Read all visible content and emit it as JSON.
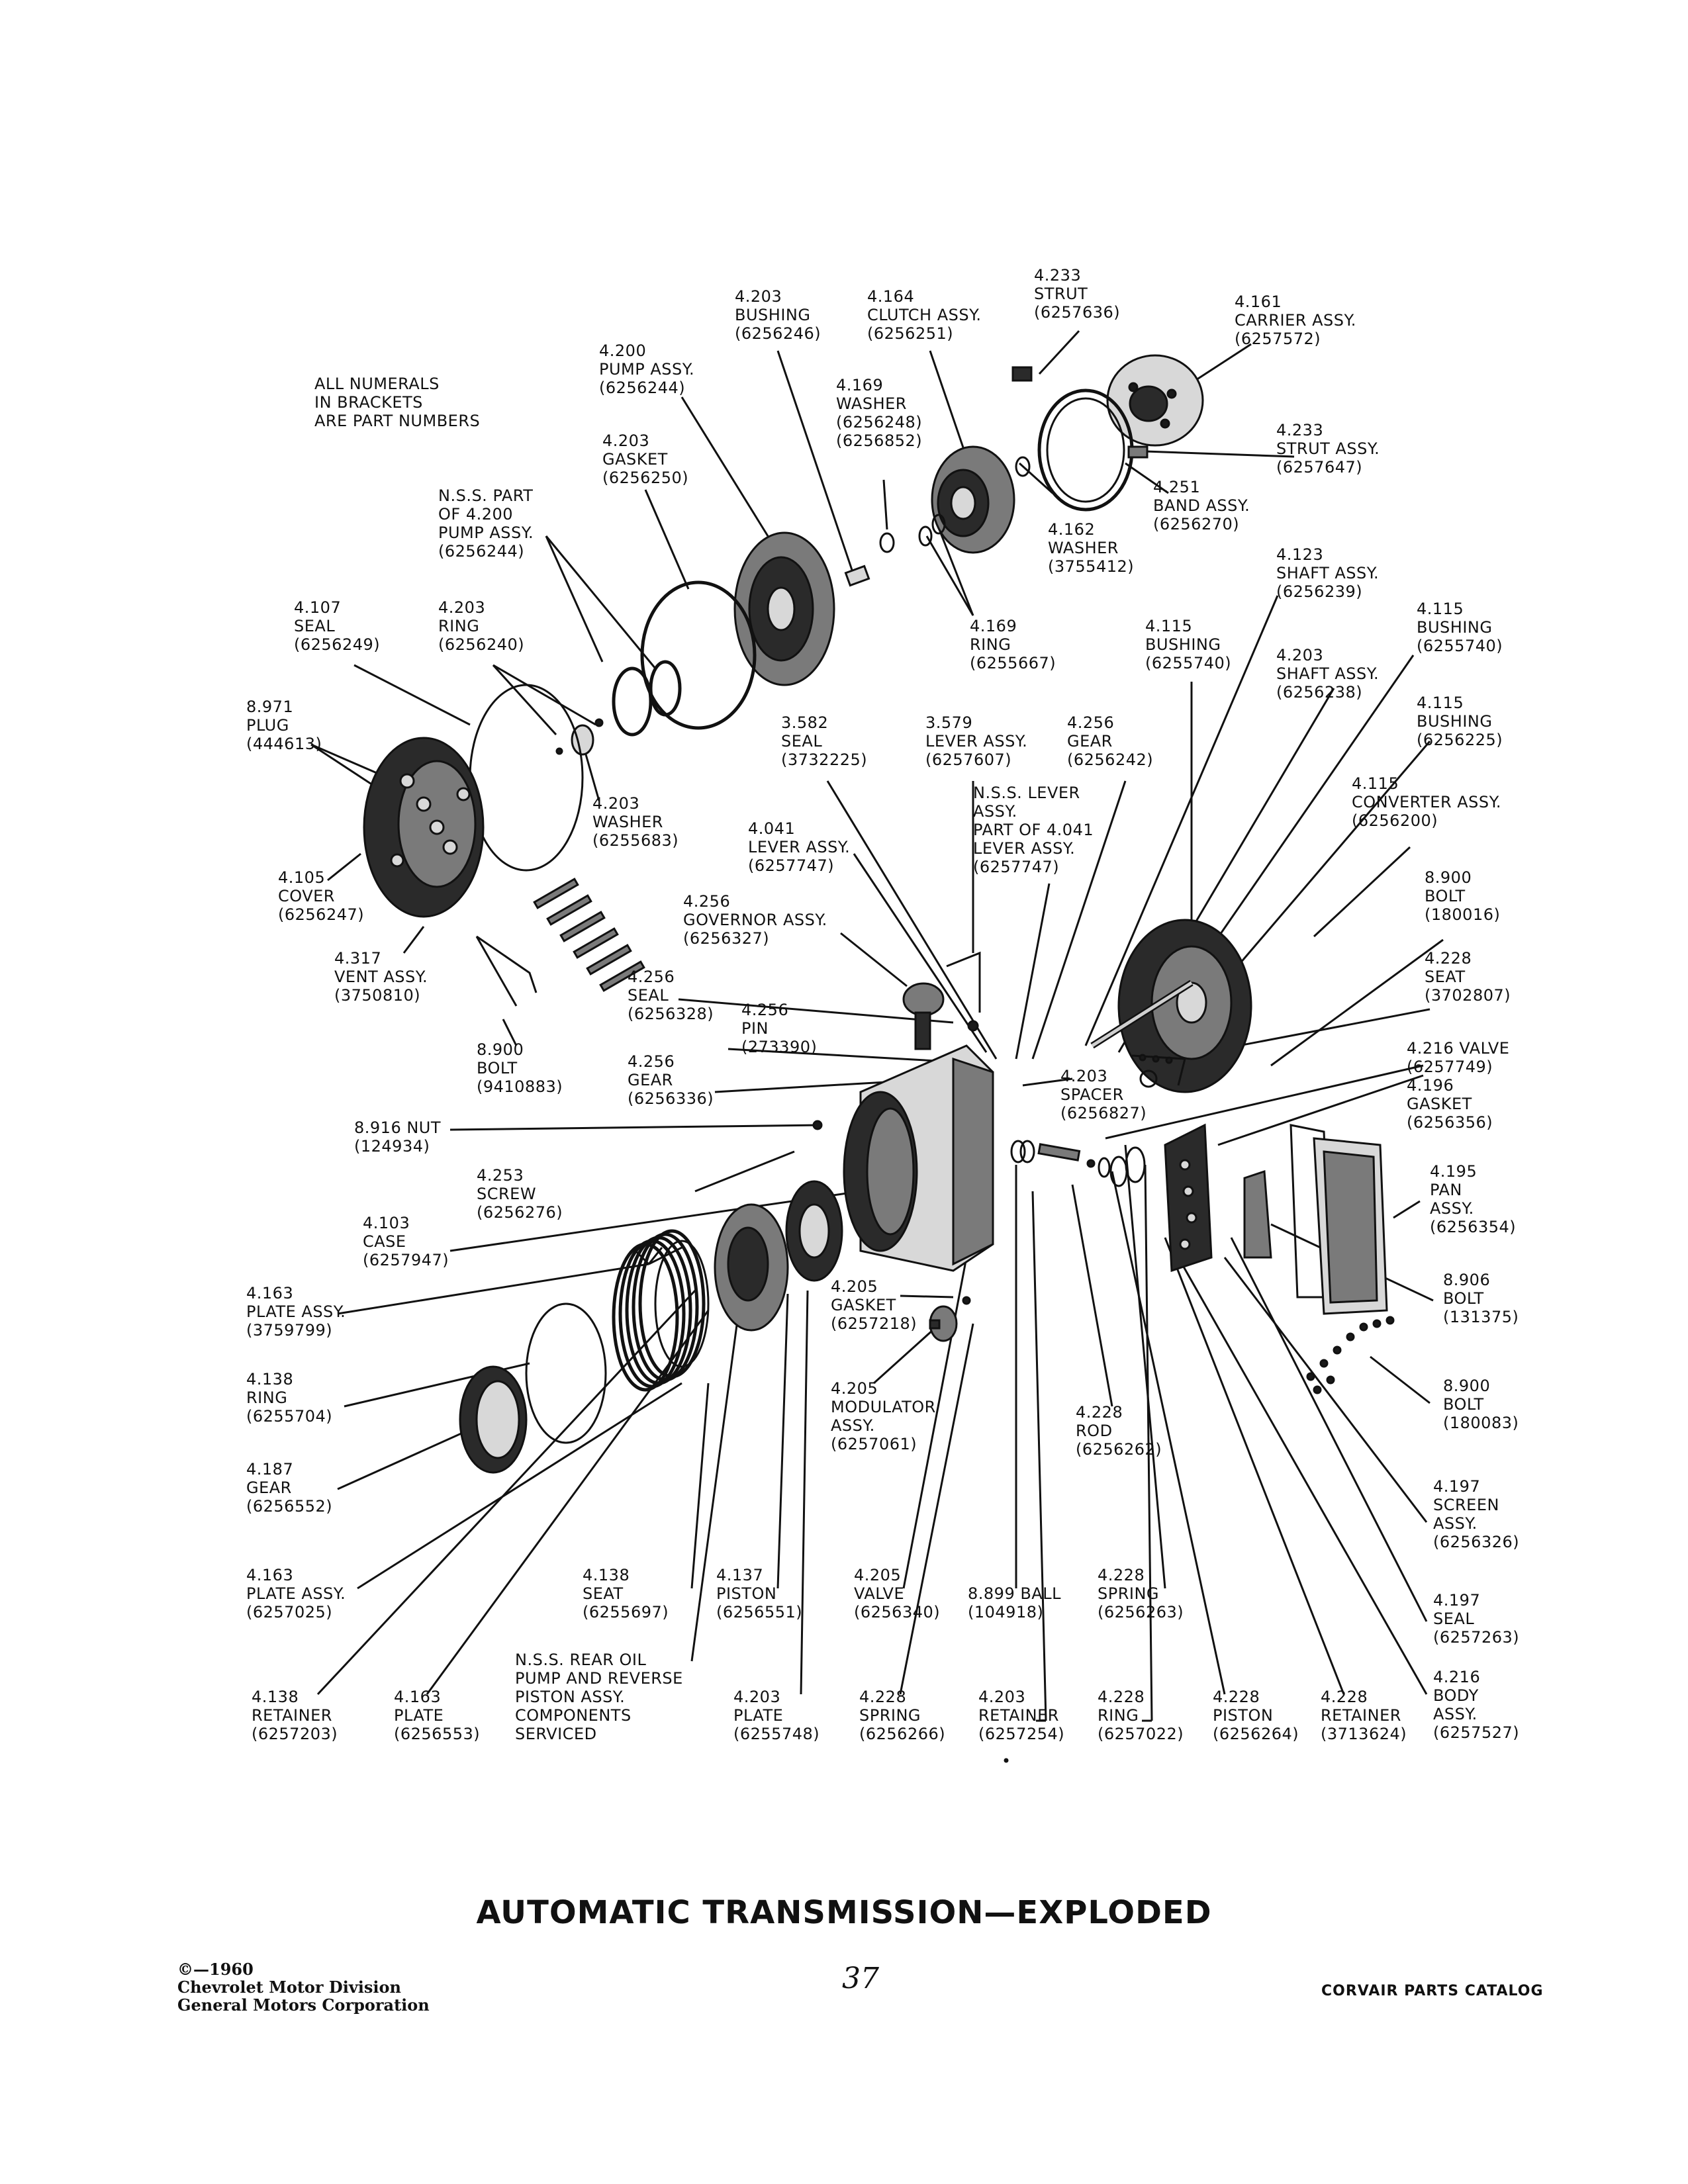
{
  "note": [
    "ALL NUMERALS",
    "IN BRACKETS",
    "ARE PART NUMBERS"
  ],
  "title": "AUTOMATIC TRANSMISSION—EXPLODED",
  "page_number": "37",
  "footer": {
    "credits": [
      "©—1960",
      "Chevrolet Motor Division",
      "General Motors Corporation"
    ],
    "catalog": "CORVAIR PARTS CATALOG"
  },
  "callouts": [
    {
      "id": "4.203-bushing",
      "lines": [
        "4.203",
        "BUSHING",
        "(6256246)"
      ]
    },
    {
      "id": "4.164-clutch",
      "lines": [
        "4.164",
        "CLUTCH ASSY.",
        "(6256251)"
      ]
    },
    {
      "id": "4.233-strut",
      "lines": [
        "4.233",
        "STRUT",
        "(6257636)"
      ]
    },
    {
      "id": "4.161-carrier",
      "lines": [
        "4.161",
        "CARRIER ASSY.",
        "(6257572)"
      ]
    },
    {
      "id": "4.200-pump",
      "lines": [
        "4.200",
        "PUMP ASSY.",
        "(6256244)"
      ]
    },
    {
      "id": "4.169-washer",
      "lines": [
        "4.169",
        "WASHER",
        "(6256248)",
        "(6256852)"
      ]
    },
    {
      "id": "4.233-strut-assy",
      "lines": [
        "4.233",
        "STRUT ASSY.",
        "(6257647)"
      ]
    },
    {
      "id": "4.203-gasket",
      "lines": [
        "4.203",
        "GASKET",
        "(6256250)"
      ]
    },
    {
      "id": "4.251-band",
      "lines": [
        "4.251",
        "BAND ASSY.",
        "(6256270)"
      ]
    },
    {
      "id": "nss-pump-part",
      "lines": [
        "N.S.S. PART",
        "OF 4.200",
        "PUMP ASSY.",
        "(6256244)"
      ]
    },
    {
      "id": "4.162-washer",
      "lines": [
        "4.162",
        "WASHER",
        "(3755412)"
      ]
    },
    {
      "id": "4.123-shaft",
      "lines": [
        "4.123",
        "SHAFT ASSY.",
        "(6256239)"
      ]
    },
    {
      "id": "4.107-seal",
      "lines": [
        "4.107",
        "SEAL",
        "(6256249)"
      ]
    },
    {
      "id": "4.203-ring",
      "lines": [
        "4.203",
        "RING",
        "(6256240)"
      ]
    },
    {
      "id": "4.169-ring",
      "lines": [
        "4.169",
        "RING",
        "(6255667)"
      ]
    },
    {
      "id": "4.115-bushing-a",
      "lines": [
        "4.115",
        "BUSHING",
        "(6255740)"
      ]
    },
    {
      "id": "4.115-bushing-b",
      "lines": [
        "4.115",
        "BUSHING",
        "(6255740)"
      ]
    },
    {
      "id": "4.203-shaft",
      "lines": [
        "4.203",
        "SHAFT ASSY.",
        "(6256238)"
      ]
    },
    {
      "id": "8.971-plug",
      "lines": [
        "8.971",
        "PLUG",
        "(444613)"
      ]
    },
    {
      "id": "3.582-seal",
      "lines": [
        "3.582",
        "SEAL",
        "(3732225)"
      ]
    },
    {
      "id": "3.579-lever",
      "lines": [
        "3.579",
        "LEVER ASSY.",
        "(6257607)"
      ]
    },
    {
      "id": "4.256-gear-top",
      "lines": [
        "4.256",
        "GEAR",
        "(6256242)"
      ]
    },
    {
      "id": "4.115-bushing-c",
      "lines": [
        "4.115",
        "BUSHING",
        "(6256225)"
      ]
    },
    {
      "id": "4.203-washer",
      "lines": [
        "4.203",
        "WASHER",
        "(6255683)"
      ]
    },
    {
      "id": "nss-lever",
      "lines": [
        "N.S.S. LEVER",
        "ASSY.",
        "PART OF 4.041",
        "LEVER ASSY.",
        "(6257747)"
      ]
    },
    {
      "id": "4.115-converter",
      "lines": [
        "4.115",
        "CONVERTER ASSY.",
        "(6256200)"
      ]
    },
    {
      "id": "4.041-lever",
      "lines": [
        "4.041",
        "LEVER ASSY.",
        "(6257747)"
      ]
    },
    {
      "id": "4.105-cover",
      "lines": [
        "4.105",
        "COVER",
        "(6256247)"
      ]
    },
    {
      "id": "8.900-bolt-a",
      "lines": [
        "8.900",
        "BOLT",
        "(180016)"
      ]
    },
    {
      "id": "4.256-governor",
      "lines": [
        "4.256",
        "GOVERNOR ASSY.",
        "(6256327)"
      ]
    },
    {
      "id": "4.317-vent",
      "lines": [
        "4.317",
        "VENT ASSY.",
        "(3750810)"
      ]
    },
    {
      "id": "4.228-seat",
      "lines": [
        "4.228",
        "SEAT",
        "(3702807)"
      ]
    },
    {
      "id": "4.256-seal",
      "lines": [
        "4.256",
        "SEAL",
        "(6256328)"
      ]
    },
    {
      "id": "4.256-pin",
      "lines": [
        "4.256",
        "PIN",
        "(273390)"
      ]
    },
    {
      "id": "8.900-bolt-b",
      "lines": [
        "8.900",
        "BOLT",
        "(9410883)"
      ]
    },
    {
      "id": "4.256-gear",
      "lines": [
        "4.256",
        "GEAR",
        "(6256336)"
      ]
    },
    {
      "id": "4.216-valve",
      "lines": [
        "4.216 VALVE",
        "(6257749)"
      ]
    },
    {
      "id": "4.203-spacer",
      "lines": [
        "4.203",
        "SPACER",
        "(6256827)"
      ]
    },
    {
      "id": "4.196-gasket",
      "lines": [
        "4.196",
        "GASKET",
        "(6256356)"
      ]
    },
    {
      "id": "8.916-nut",
      "lines": [
        "8.916 NUT",
        "(124934)"
      ]
    },
    {
      "id": "4.253-screw",
      "lines": [
        "4.253",
        "SCREW",
        "(6256276)"
      ]
    },
    {
      "id": "4.195-pan",
      "lines": [
        "4.195",
        "PAN",
        "ASSY.",
        "(6256354)"
      ]
    },
    {
      "id": "4.103-case",
      "lines": [
        "4.103",
        "CASE",
        "(6257947)"
      ]
    },
    {
      "id": "4.163-plate-a",
      "lines": [
        "4.163",
        "PLATE ASSY.",
        "(3759799)"
      ]
    },
    {
      "id": "8.906-bolt",
      "lines": [
        "8.906",
        "BOLT",
        "(131375)"
      ]
    },
    {
      "id": "4.205-gasket",
      "lines": [
        "4.205",
        "GASKET",
        "(6257218)"
      ]
    },
    {
      "id": "4.138-ring",
      "lines": [
        "4.138",
        "RING",
        "(6255704)"
      ]
    },
    {
      "id": "8.900-bolt-c",
      "lines": [
        "8.900",
        "BOLT",
        "(180083)"
      ]
    },
    {
      "id": "4.205-modulator",
      "lines": [
        "4.205",
        "MODULATOR",
        "ASSY.",
        "(6257061)"
      ]
    },
    {
      "id": "4.228-rod",
      "lines": [
        "4.228",
        "ROD",
        "(6256262)"
      ]
    },
    {
      "id": "4.187-gear",
      "lines": [
        "4.187",
        "GEAR",
        "(6256552)"
      ]
    },
    {
      "id": "4.197-screen",
      "lines": [
        "4.197",
        "SCREEN",
        "ASSY.",
        "(6256326)"
      ]
    },
    {
      "id": "4.163-plate-b",
      "lines": [
        "4.163",
        "PLATE ASSY.",
        "(6257025)"
      ]
    },
    {
      "id": "4.138-seat",
      "lines": [
        "4.138",
        "SEAT",
        "(6255697)"
      ]
    },
    {
      "id": "4.137-piston",
      "lines": [
        "4.137",
        "PISTON",
        "(6256551)"
      ]
    },
    {
      "id": "4.205-valve",
      "lines": [
        "4.205",
        "VALVE",
        "(6256340)"
      ]
    },
    {
      "id": "8.899-ball",
      "lines": [
        "8.899 BALL",
        "(104918)"
      ]
    },
    {
      "id": "4.228-spring-a",
      "lines": [
        "4.228",
        "SPRING",
        "(6256263)"
      ]
    },
    {
      "id": "4.197-seal",
      "lines": [
        "4.197",
        "SEAL",
        "(6257263)"
      ]
    },
    {
      "id": "nss-rear-pump",
      "lines": [
        "N.S.S. REAR OIL",
        "PUMP AND REVERSE",
        "PISTON ASSY.",
        "COMPONENTS",
        "SERVICED"
      ]
    },
    {
      "id": "4.216-body",
      "lines": [
        "4.216",
        "BODY",
        "ASSY.",
        "(6257527)"
      ]
    },
    {
      "id": "4.138-retainer",
      "lines": [
        "4.138",
        "RETAINER",
        "(6257203)"
      ]
    },
    {
      "id": "4.163-plate-c",
      "lines": [
        "4.163",
        "PLATE",
        "(6256553)"
      ]
    },
    {
      "id": "4.203-plate",
      "lines": [
        "4.203",
        "PLATE",
        "(6255748)"
      ]
    },
    {
      "id": "4.228-spring-b",
      "lines": [
        "4.228",
        "SPRING",
        "(6256266)"
      ]
    },
    {
      "id": "4.203-retainer",
      "lines": [
        "4.203",
        "RETAINER",
        "(6257254)"
      ]
    },
    {
      "id": "4.228-ring",
      "lines": [
        "4.228",
        "RING",
        "(6257022)"
      ]
    },
    {
      "id": "4.228-piston",
      "lines": [
        "4.228",
        "PISTON",
        "(6256264)"
      ]
    },
    {
      "id": "4.228-retainer",
      "lines": [
        "4.228",
        "RETAINER",
        "(3713624)"
      ]
    }
  ]
}
